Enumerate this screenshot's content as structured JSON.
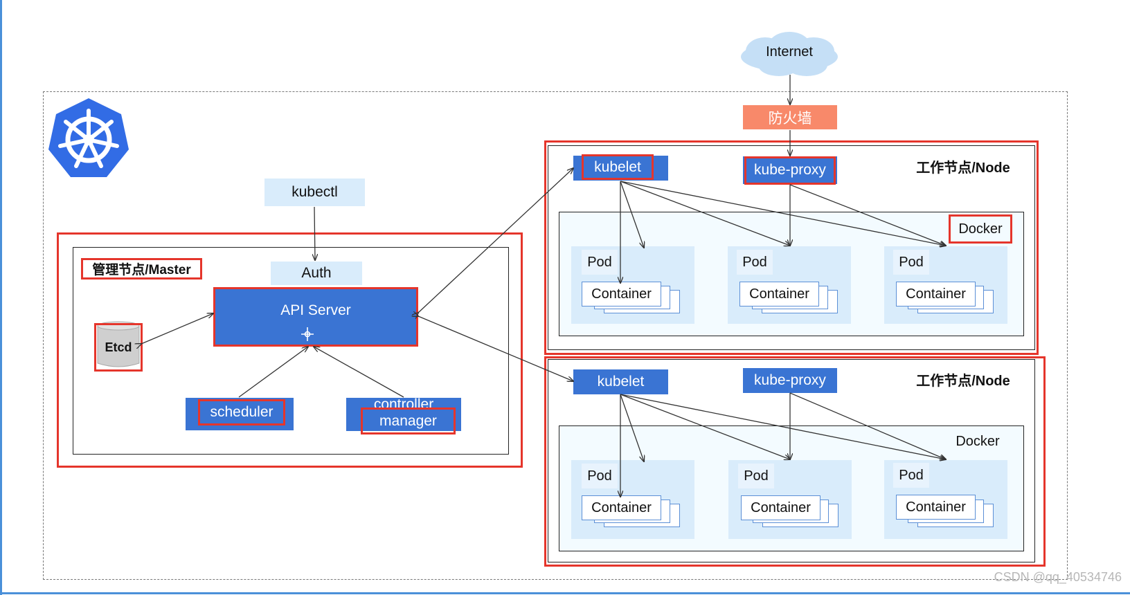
{
  "internet_label": "Internet",
  "firewall_label": "防火墙",
  "colors": {
    "blue": "#3a74d3",
    "light_blue": "#d9ecfb",
    "red": "#e5352b",
    "firewall": "#f8896a",
    "cloud": "#c5dff6"
  },
  "master": {
    "title": "管理节点/Master",
    "kubectl": "kubectl",
    "auth": "Auth",
    "api_server": "API Server",
    "etcd": "Etcd",
    "scheduler": "scheduler",
    "controller_line1": "controller",
    "controller_line2": "manager"
  },
  "nodes": [
    {
      "title": "工作节点/Node",
      "kubelet": "kubelet",
      "kube_proxy": "kube-proxy",
      "docker": "Docker",
      "pods": [
        {
          "pod": "Pod",
          "container": "Container"
        },
        {
          "pod": "Pod",
          "container": "Container"
        },
        {
          "pod": "Pod",
          "container": "Container"
        }
      ]
    },
    {
      "title": "工作节点/Node",
      "kubelet": "kubelet",
      "kube_proxy": "kube-proxy",
      "docker": "Docker",
      "pods": [
        {
          "pod": "Pod",
          "container": "Container"
        },
        {
          "pod": "Pod",
          "container": "Container"
        },
        {
          "pod": "Pod",
          "container": "Container"
        }
      ]
    }
  ],
  "watermark": "CSDN @qq_40534746"
}
